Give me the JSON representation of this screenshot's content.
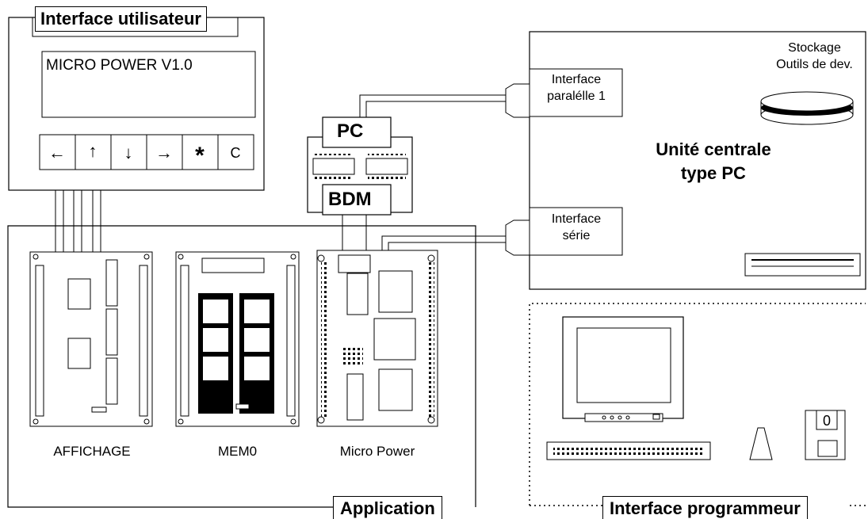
{
  "ui_title": "Interface utilisateur",
  "lcd_text": "MICRO POWER V1.0",
  "keys": [
    "←",
    "↑",
    "↓",
    "→",
    "*",
    "C"
  ],
  "pc_label": "PC",
  "bdm_label": "BDM",
  "cpu_title_line1": "Unité centrale",
  "cpu_title_line2": "type PC",
  "storage_line1": "Stockage",
  "storage_line2": "Outils de dev.",
  "parallel_line1": "Interface",
  "parallel_line2": "paralélle 1",
  "serial_line1": "Interface",
  "serial_line2": "série",
  "board_affichage": "AFFICHAGE",
  "board_mem0": "MEM0",
  "board_micropower": "Micro Power",
  "application_label": "Application",
  "programmer_label": "Interface programmeur",
  "floppy_glyph": "0"
}
